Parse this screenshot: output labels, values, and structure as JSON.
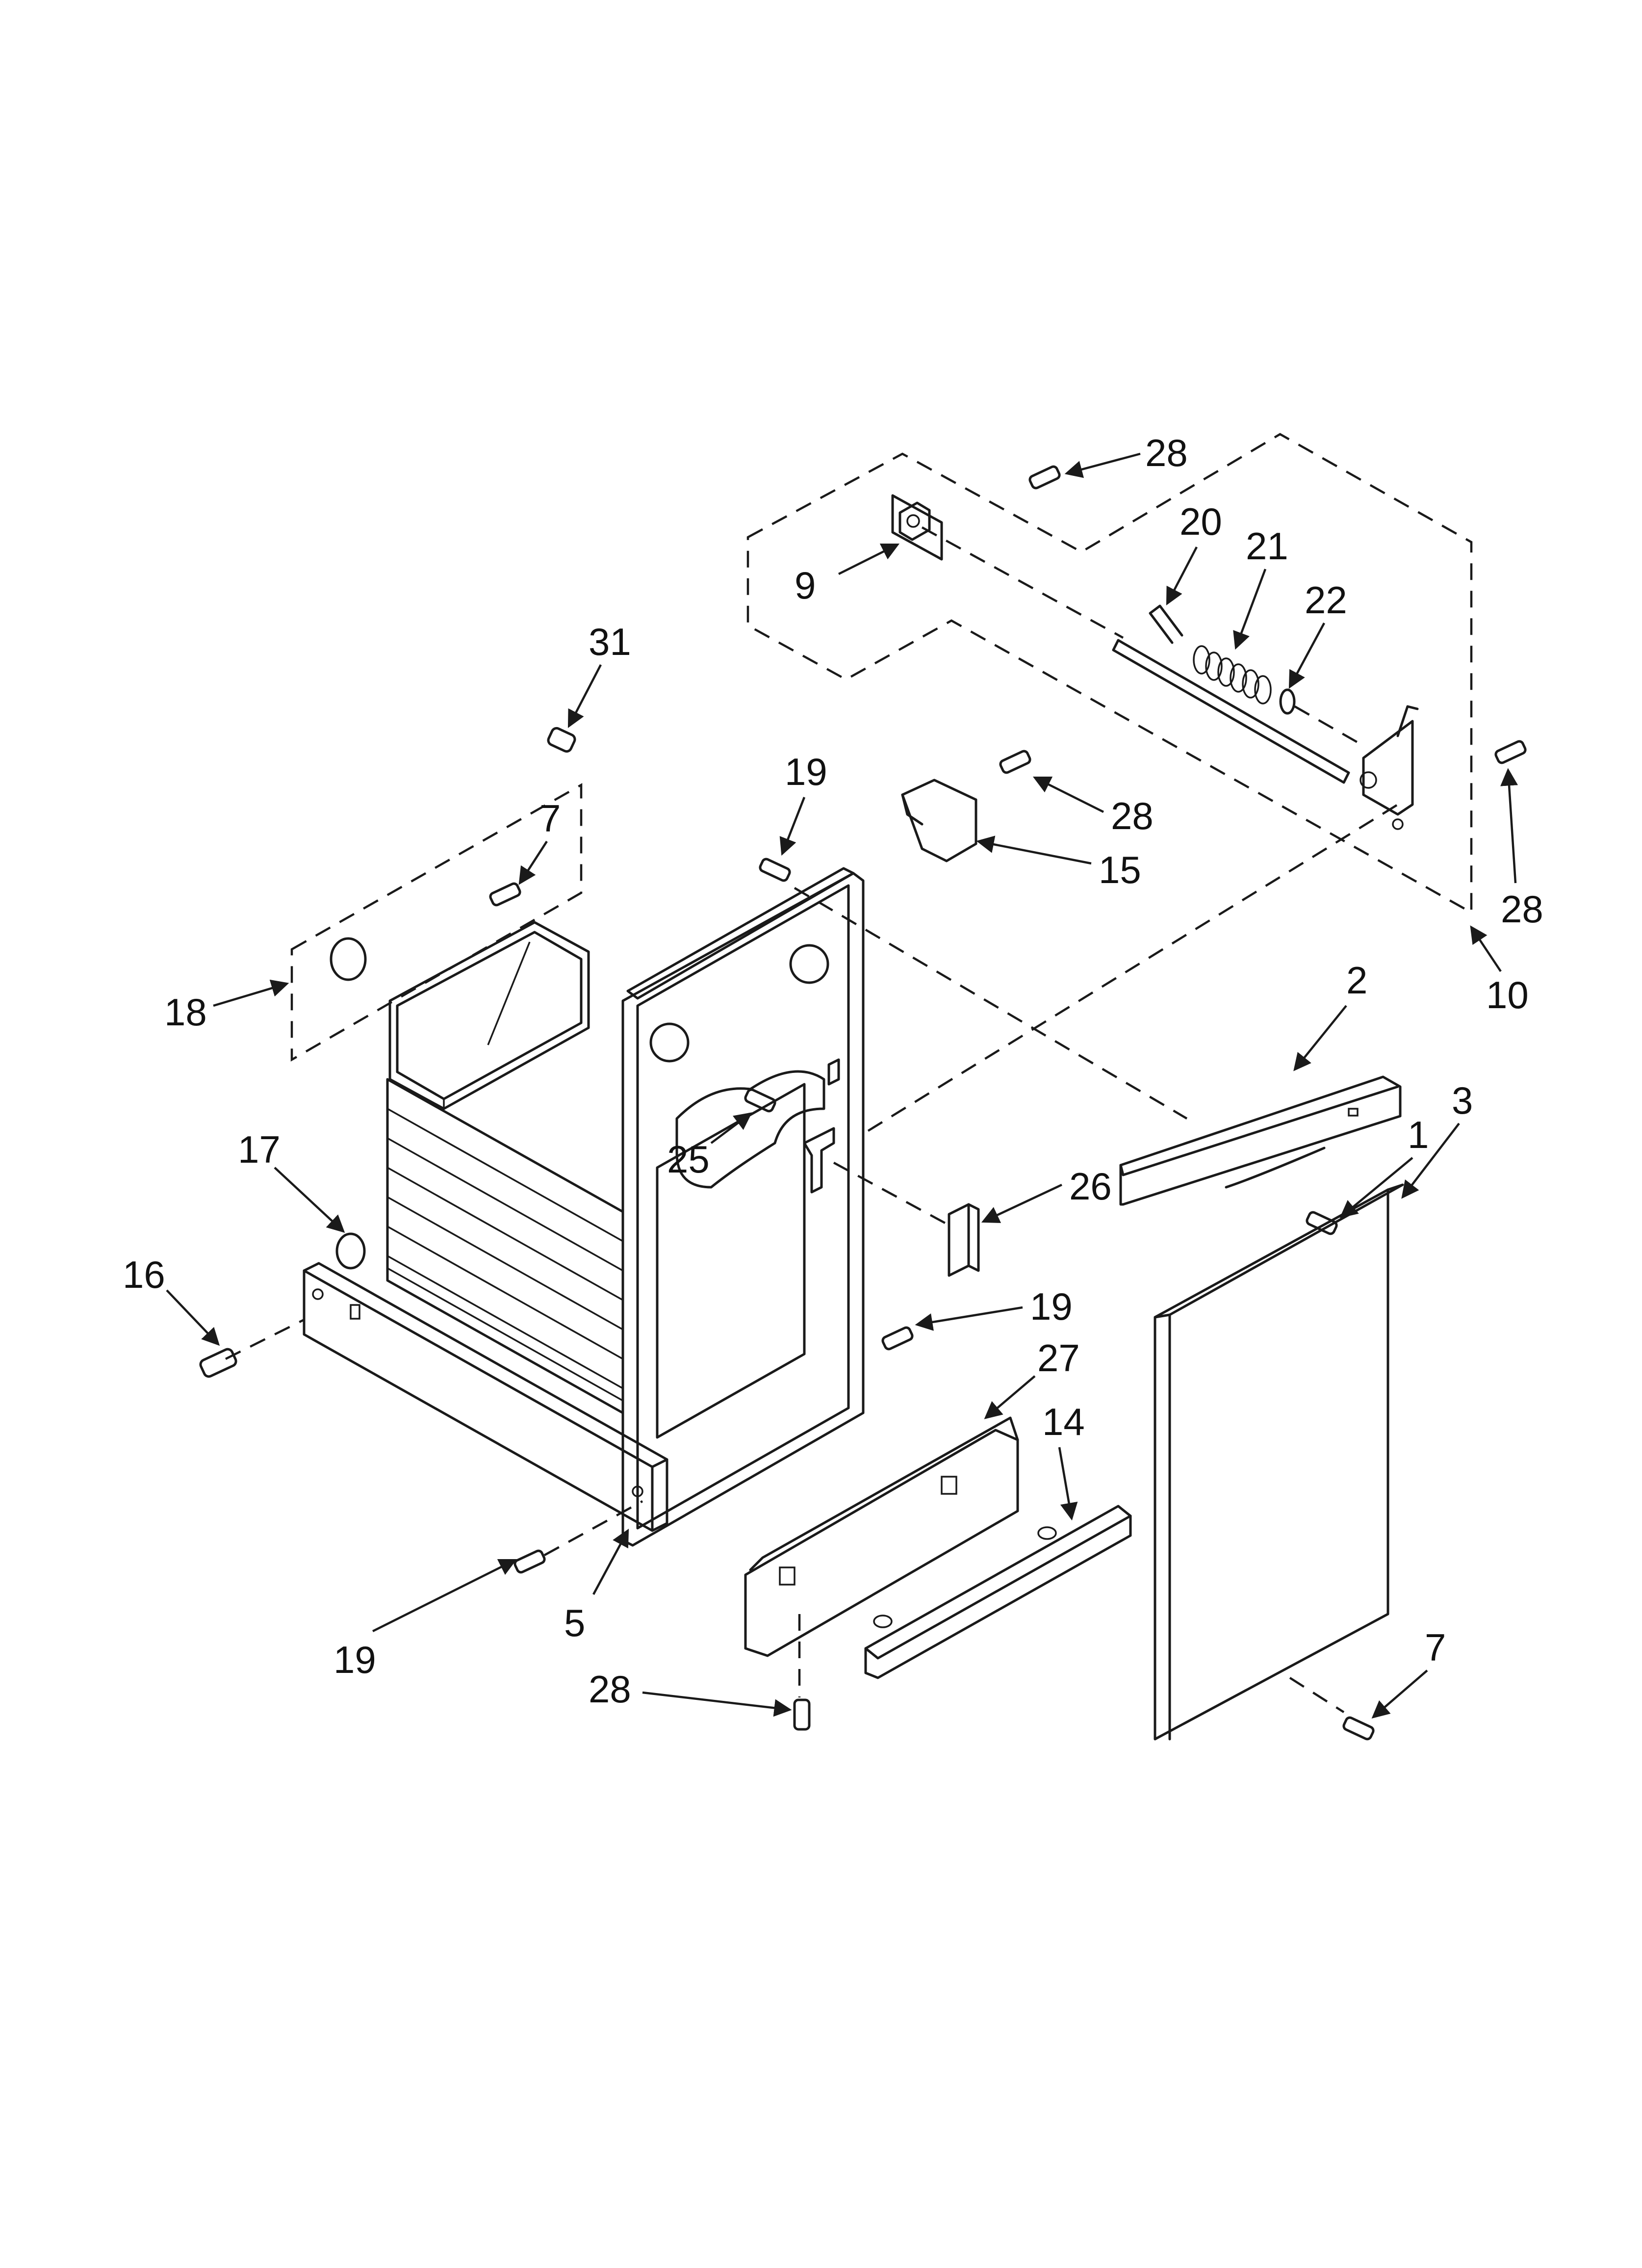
{
  "diagram": {
    "callouts": [
      {
        "id": "c28a",
        "text": "28"
      },
      {
        "id": "c9",
        "text": "9"
      },
      {
        "id": "c20",
        "text": "20"
      },
      {
        "id": "c21",
        "text": "21"
      },
      {
        "id": "c22",
        "text": "22"
      },
      {
        "id": "c31",
        "text": "31"
      },
      {
        "id": "c19a",
        "text": "19"
      },
      {
        "id": "c28b",
        "text": "28"
      },
      {
        "id": "c15",
        "text": "15"
      },
      {
        "id": "c28c",
        "text": "28"
      },
      {
        "id": "c10",
        "text": "10"
      },
      {
        "id": "c7a",
        "text": "7"
      },
      {
        "id": "c18",
        "text": "18"
      },
      {
        "id": "c2",
        "text": "2"
      },
      {
        "id": "c1",
        "text": "1"
      },
      {
        "id": "c3",
        "text": "3"
      },
      {
        "id": "c25",
        "text": "25"
      },
      {
        "id": "c17",
        "text": "17"
      },
      {
        "id": "c26",
        "text": "26"
      },
      {
        "id": "c16",
        "text": "16"
      },
      {
        "id": "c19b",
        "text": "19"
      },
      {
        "id": "c27",
        "text": "27"
      },
      {
        "id": "c14",
        "text": "14"
      },
      {
        "id": "c19c",
        "text": "19"
      },
      {
        "id": "c5",
        "text": "5"
      },
      {
        "id": "c7b",
        "text": "7"
      },
      {
        "id": "c28d",
        "text": "28"
      }
    ]
  }
}
